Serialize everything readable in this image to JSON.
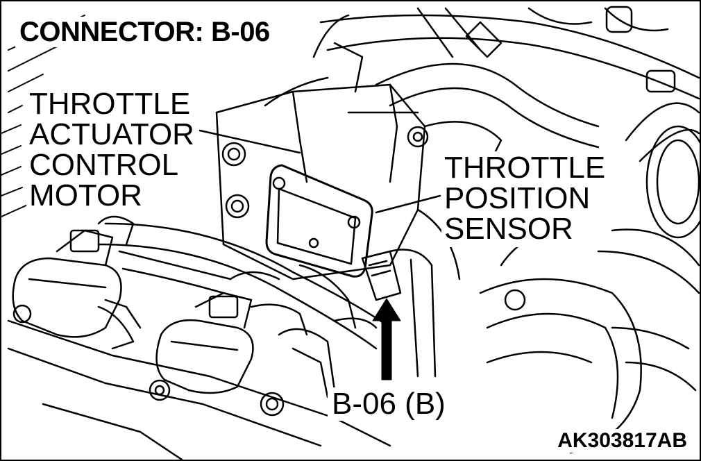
{
  "title": "CONNECTOR: B-06",
  "labels": {
    "actuator": [
      "THROTTLE",
      "ACTUATOR",
      "CONTROL",
      "MOTOR"
    ],
    "sensor": [
      "THROTTLE",
      "POSITION",
      "SENSOR"
    ],
    "connector": "B-06 (B)"
  },
  "reference_code": "AK303817AB",
  "colors": {
    "ink": "#000000",
    "paper": "#ffffff"
  }
}
